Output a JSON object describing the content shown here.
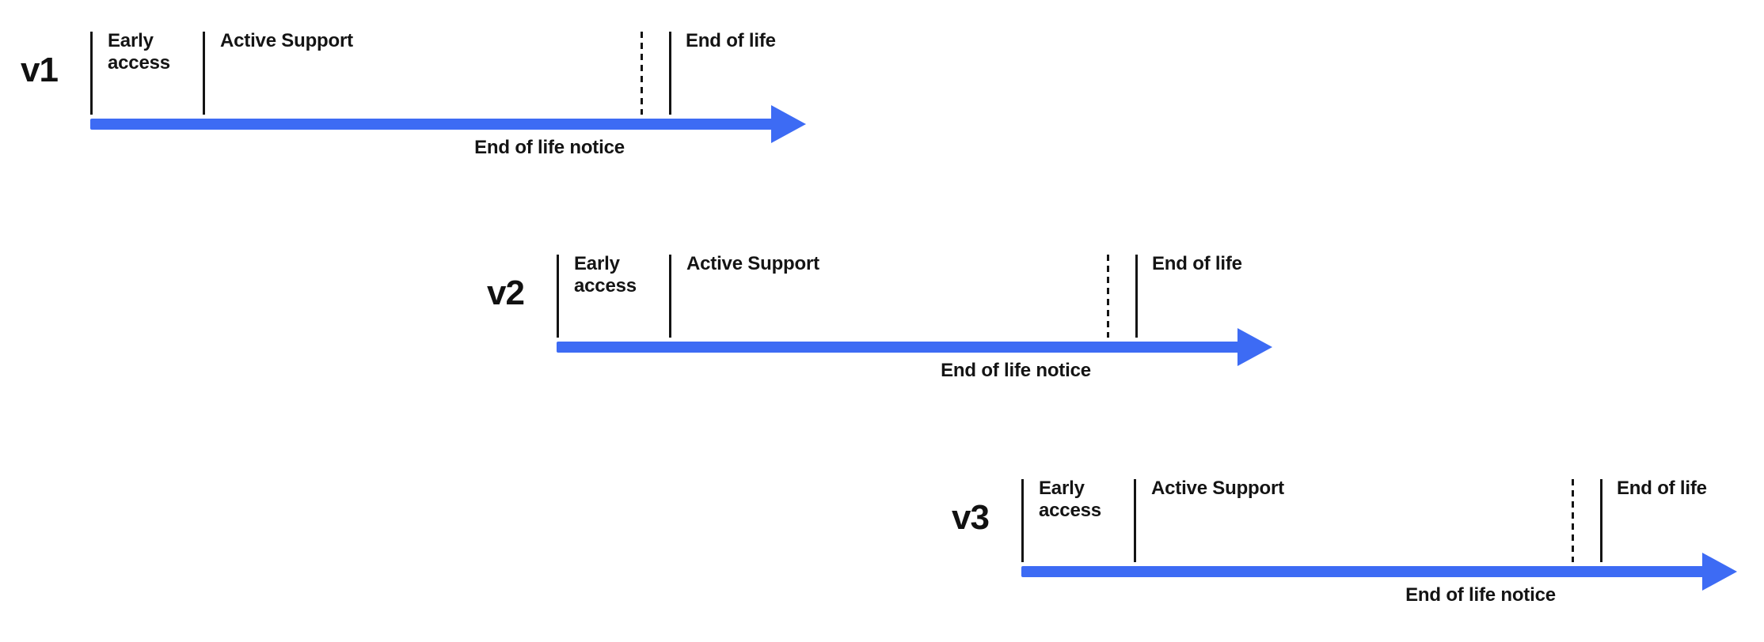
{
  "colors": {
    "arrow": "#3d6bf4",
    "tick": "#141414",
    "text": "#141414"
  },
  "timelines": [
    {
      "version": "v1",
      "phases": {
        "early_access": "Early access",
        "active_support": "Active Support",
        "end_of_life": "End of life",
        "eol_notice": "End of life notice"
      }
    },
    {
      "version": "v2",
      "phases": {
        "early_access": "Early access",
        "active_support": "Active Support",
        "end_of_life": "End of life",
        "eol_notice": "End of life notice"
      }
    },
    {
      "version": "v3",
      "phases": {
        "early_access": "Early access",
        "active_support": "Active Support",
        "end_of_life": "End of life",
        "eol_notice": "End of life notice"
      }
    }
  ]
}
